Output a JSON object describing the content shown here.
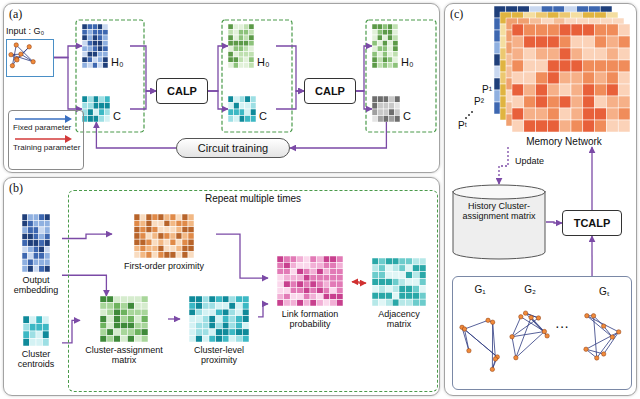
{
  "diagram": {
    "nodes": [
      {
        "text": [
          "(a)"
        ]
      },
      {
        "text": [
          "Input : G₀"
        ],
        "in": 0
      },
      {
        "text": [
          "H₀"
        ],
        "in": 0
      },
      {
        "text": [
          "C"
        ],
        "in": 0
      },
      {
        "text": [
          "CALP"
        ],
        "in": 0
      },
      {
        "text": [
          "H₀"
        ],
        "in": 0
      },
      {
        "text": [
          "C"
        ],
        "in": 0
      },
      {
        "text": [
          "CALP"
        ],
        "in": 0
      },
      {
        "text": [
          "H₀"
        ],
        "in": 0
      },
      {
        "text": [
          "C"
        ],
        "in": 0
      },
      {
        "text": [
          "Circuit training"
        ],
        "in": 0
      },
      {
        "text": [
          "(b)"
        ]
      },
      {
        "text": [
          "Output embedding"
        ],
        "in": 11
      },
      {
        "text": [
          "Cluster centroids"
        ],
        "in": 11
      },
      {
        "text": [
          "Repeat multiple times"
        ],
        "in": 11
      },
      {
        "text": [
          "First-order proximity"
        ],
        "in": 14
      },
      {
        "text": [
          "Cluster-assignment matrix"
        ],
        "in": 14
      },
      {
        "text": [
          "Cluster-level proximity"
        ],
        "in": 14
      },
      {
        "text": [
          "Link formation probability"
        ],
        "in": 14
      },
      {
        "text": [
          "Adjacency matrix"
        ],
        "in": 14
      },
      {
        "text": [
          "(c)"
        ]
      },
      {
        "text": [
          "Memory Network"
        ],
        "in": 20
      },
      {
        "text": [
          "History Cluster-assignment matrix"
        ],
        "in": 20
      },
      {
        "text": [
          "TCALP"
        ],
        "in": 20
      },
      {
        "text": [
          "···"
        ],
        "in": 20
      },
      {
        "text": [
          "G₁"
        ],
        "in": 24
      },
      {
        "text": [
          "G₂"
        ],
        "in": 24
      },
      {
        "text": [
          "Gₜ"
        ],
        "in": 24
      }
    ],
    "edges": [
      {
        "from": 1,
        "to": 2,
        "arrow": "to"
      },
      {
        "from": 1,
        "to": 3,
        "arrow": "to"
      },
      {
        "from": 2,
        "to": 4,
        "arrow": "to"
      },
      {
        "from": 3,
        "to": 4,
        "arrow": "to"
      },
      {
        "from": 4,
        "to": 5,
        "arrow": "to"
      },
      {
        "from": 4,
        "to": 6,
        "arrow": "to"
      },
      {
        "from": 5,
        "to": 7,
        "arrow": "to"
      },
      {
        "from": 6,
        "to": 7,
        "arrow": "to"
      },
      {
        "from": 7,
        "to": 8,
        "arrow": "to"
      },
      {
        "from": 7,
        "to": 9,
        "arrow": "to"
      },
      {
        "from": 9,
        "to": 10,
        "arrow": "to"
      },
      {
        "from": 10,
        "to": 3,
        "arrow": "to"
      },
      {
        "from": 12,
        "to": 15,
        "arrow": "to"
      },
      {
        "from": 12,
        "to": 16,
        "arrow": "to"
      },
      {
        "from": 13,
        "to": 16,
        "arrow": "to"
      },
      {
        "from": 16,
        "to": 17,
        "arrow": "to"
      },
      {
        "from": 15,
        "to": 18,
        "arrow": "to"
      },
      {
        "from": 17,
        "to": 18,
        "arrow": "to"
      },
      {
        "from": 18,
        "to": 19,
        "arrow": "both"
      },
      {
        "from": 22,
        "to": 23,
        "arrow": "to"
      },
      {
        "from": 24,
        "to": 23,
        "arrow": "to"
      },
      {
        "from": 23,
        "to": 21,
        "arrow": "to"
      },
      {
        "from": 21,
        "to": 22,
        "label": "Update",
        "arrow": "to"
      }
    ],
    "labels": [
      "P¹",
      "P²",
      "Pᵗ"
    ],
    "legend": [
      {
        "text": "Fixed parameter"
      },
      {
        "text": "Training parameter"
      }
    ]
  }
}
